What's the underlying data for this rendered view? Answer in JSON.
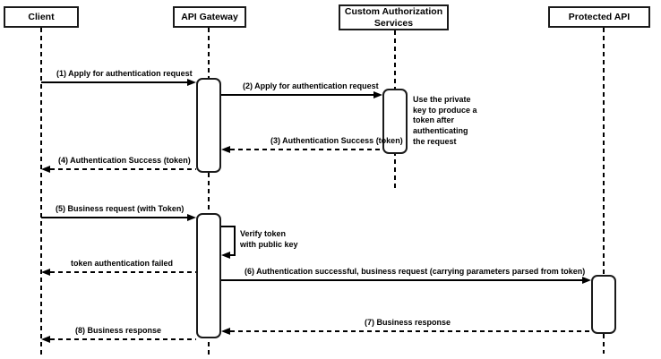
{
  "diagram": {
    "type": "sequence-diagram",
    "participants": [
      {
        "label": "Client"
      },
      {
        "label": "API Gateway"
      },
      {
        "label": "Custom Authorization Services"
      },
      {
        "label": "Protected API"
      }
    ],
    "messages": [
      {
        "label": "(1) Apply for authentication request",
        "from": "Client",
        "to": "API Gateway",
        "style": "solid"
      },
      {
        "label": "(2) Apply for authentication request",
        "from": "API Gateway",
        "to": "Custom Authorization Services",
        "style": "solid"
      },
      {
        "label": "(3) Authentication Success (token)",
        "from": "Custom Authorization Services",
        "to": "API Gateway",
        "style": "dashed"
      },
      {
        "label": "(4) Authentication Success (token)",
        "from": "API Gateway",
        "to": "Client",
        "style": "dashed"
      },
      {
        "label": "(5) Business request (with Token)",
        "from": "Client",
        "to": "API Gateway",
        "style": "solid"
      },
      {
        "label": "token authentication failed",
        "from": "API Gateway",
        "to": "Client",
        "style": "dashed"
      },
      {
        "label": "(6) Authentication successful, business request (carrying parameters parsed from token)",
        "from": "API Gateway",
        "to": "Protected API",
        "style": "solid"
      },
      {
        "label": "(7) Business response",
        "from": "Protected API",
        "to": "API Gateway",
        "style": "dashed"
      },
      {
        "label": "(8) Business response",
        "from": "API Gateway",
        "to": "Client",
        "style": "dashed"
      }
    ],
    "self_message": {
      "label": "Verify token\nwith public key",
      "on": "API Gateway"
    },
    "note": {
      "text": "Use the private\nkey to produce a\ntoken after\nauthenticating\nthe request",
      "attached_to": "Custom Authorization Services"
    },
    "colors": {
      "line": "#000000",
      "fill": "#ffffff",
      "background": "#ffffff"
    }
  }
}
